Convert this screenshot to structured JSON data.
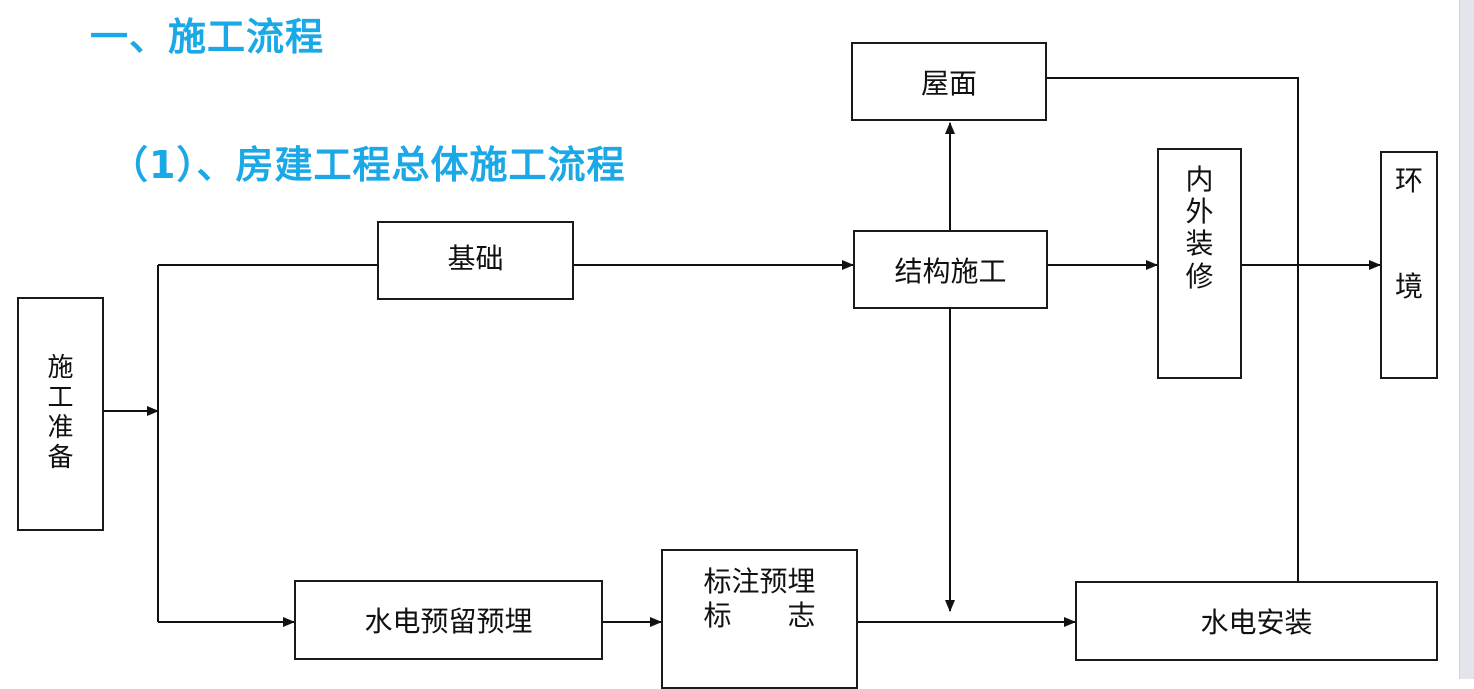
{
  "title": "一、施工流程",
  "subtitle": "（1）、房建工程总体施工流程",
  "nodes": {
    "prep": [
      "施",
      "工",
      "准",
      "备"
    ],
    "foundation": "基础",
    "structure": "结构施工",
    "roof": "屋面",
    "decoration": [
      "内",
      "外",
      "装",
      "修"
    ],
    "environment": [
      "环",
      "境"
    ],
    "embed": "水电预留预埋",
    "mark_line1": "标注预埋",
    "mark_line2": "标　　志",
    "install": "水电安装"
  },
  "colors": {
    "heading": "#1ba8e6",
    "line": "#111111"
  }
}
